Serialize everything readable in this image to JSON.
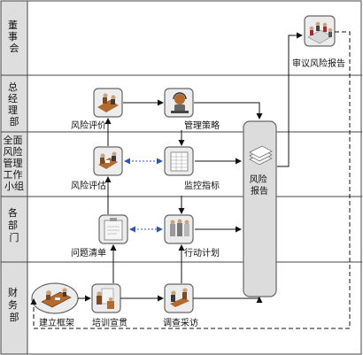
{
  "lanes": [
    {
      "id": "board",
      "label": [
        "董",
        "事",
        "会"
      ]
    },
    {
      "id": "gm",
      "label": [
        "总",
        "经",
        "理",
        "部"
      ]
    },
    {
      "id": "rmg",
      "label": [
        "全面",
        "风险",
        "管理",
        "工作",
        "小组"
      ]
    },
    {
      "id": "dept",
      "label": [
        "各",
        "部",
        "门"
      ]
    },
    {
      "id": "fin",
      "label": [
        "财",
        "务",
        "部"
      ]
    }
  ],
  "nodes": {
    "risk_assessment_gm": "风险评价",
    "mgmt_strategy": "管理策略",
    "risk_evaluation": "风险评估",
    "monitor_indicators": "监控指标",
    "issue_list": "问题清单",
    "action_plan": "行动计划",
    "build_framework": "建立框架",
    "training_promo": "培训宣贯",
    "survey_interview": "调查采访",
    "review_report": "审议风险报告",
    "risk_report": [
      "风险",
      "报告"
    ]
  },
  "colors": {
    "lane_bg": "#dedede",
    "lane_border": "#444444",
    "icon_border": "#666666",
    "icon_bg": "#ececec",
    "report_bg": "#dcdcdc",
    "arrow": "#111111",
    "dashed": "#111111",
    "double_arrow": "#3355aa",
    "figure_brown": "#b46a2c"
  }
}
